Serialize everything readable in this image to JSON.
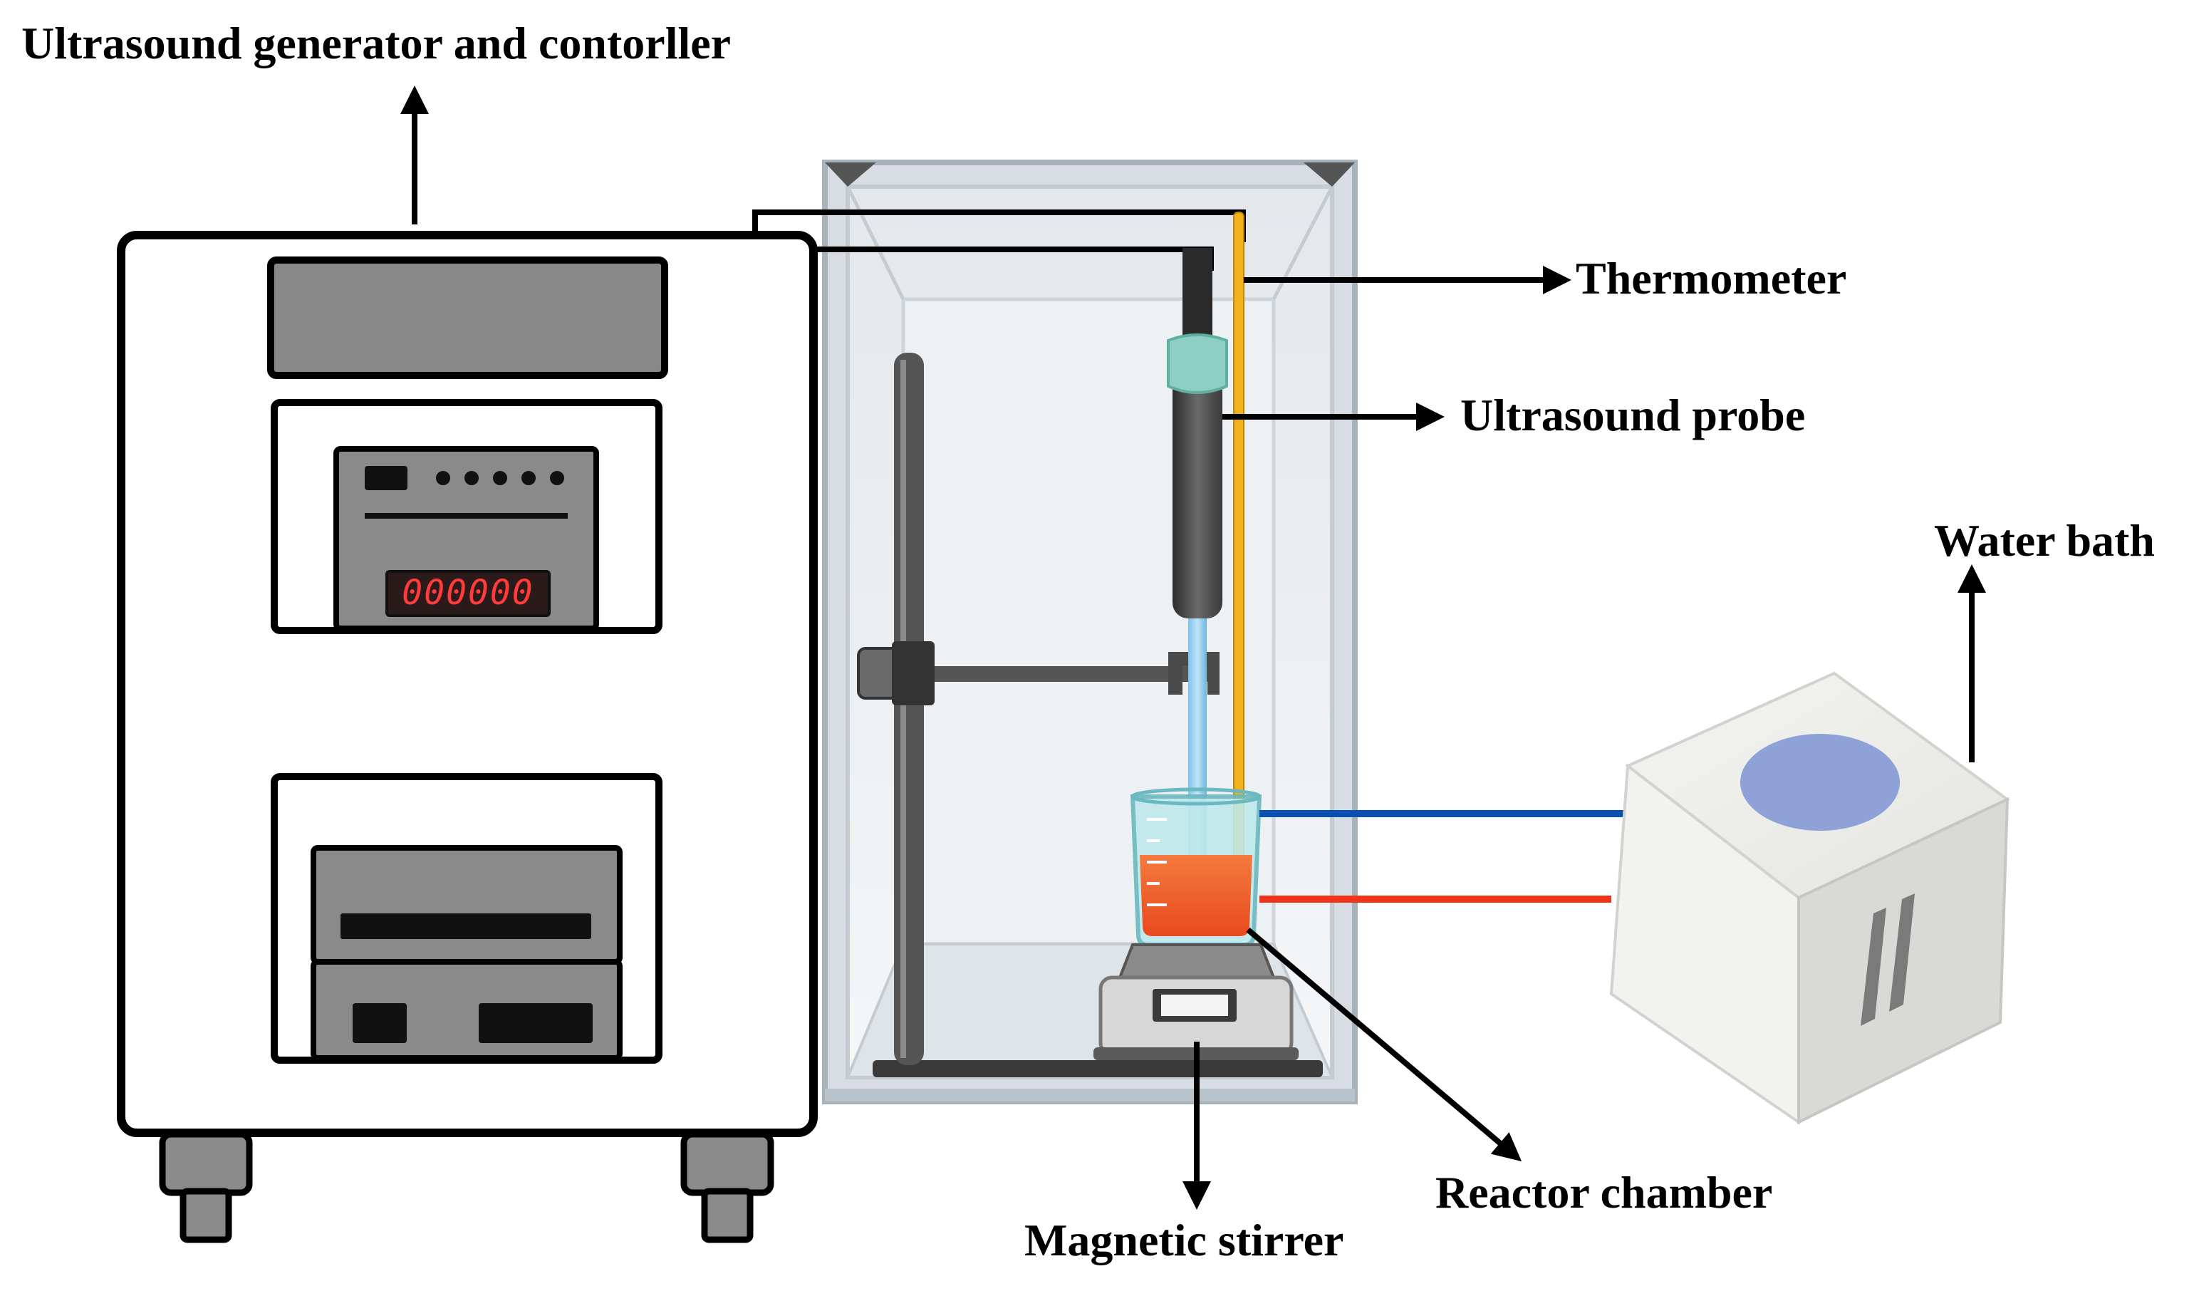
{
  "labels": {
    "generator": "Ultrasound generator and contorller",
    "thermometer": "Thermometer",
    "probe": "Ultrasound probe",
    "water_bath": "Water bath",
    "reactor": "Reactor chamber",
    "stirrer": "Magnetic stirrer"
  },
  "display_readout": "000000",
  "colors": {
    "cold_line": "#0b4fb0",
    "hot_line": "#f0341a",
    "liquid": "#f05a2a",
    "thermometer": "#f2b21b",
    "water_surface": "#8fa2d8",
    "device_gray": "#8a8a8a",
    "display_digits": "#ff3b3b"
  }
}
